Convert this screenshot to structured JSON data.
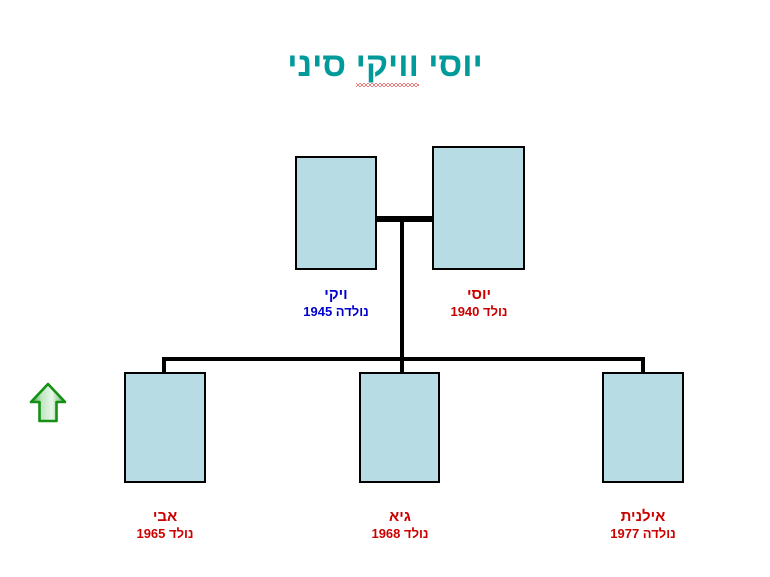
{
  "slide": {
    "background_color": "#ffffff",
    "title": {
      "full_text": "יוסי וויקי סיני",
      "word_before": "יוסי ",
      "word_misspelled": "וויקי",
      "word_after": " סיני",
      "color": "#009a9a",
      "spellcheck_underline_color": "#e00000"
    }
  },
  "colors": {
    "photo_fill": "#b7dce3",
    "photo_border": "#000000",
    "connector": "#000000",
    "male_label": "#cc0000",
    "female_label": "#0000cc",
    "arrow_fill": "#8fd48f",
    "arrow_outline": "#149014"
  },
  "people": {
    "parents": [
      {
        "id": "viki",
        "name": "ויקי",
        "born_label": "נולדה 1945",
        "born_year": "1945",
        "label_color": "#0000cc",
        "role": "mother",
        "photo_name": "photo-placeholder-viki"
      },
      {
        "id": "yosi",
        "name": "יוסי",
        "born_label": "נולד 1940",
        "born_year": "1940",
        "label_color": "#cc0000",
        "role": "father",
        "photo_name": "photo-placeholder-yosi"
      }
    ],
    "children": [
      {
        "id": "avi",
        "name": "אבי",
        "born_label": "נולד 1965",
        "born_year": "1965",
        "label_color": "#cc0000",
        "role": "son",
        "photo_name": "photo-placeholder-avi"
      },
      {
        "id": "gia",
        "name": "גיא",
        "born_label": "נולד 1968",
        "born_year": "1968",
        "label_color": "#cc0000",
        "role": "son",
        "photo_name": "photo-placeholder-gia"
      },
      {
        "id": "ilanit",
        "name": "אילנית",
        "born_label": "נולדה 1977",
        "born_year": "1977",
        "label_color": "#cc0000",
        "role": "daughter",
        "photo_name": "photo-placeholder-ilanit"
      }
    ]
  },
  "controls": {
    "up_arrow": {
      "icon": "arrow-up-icon",
      "tooltip": ""
    }
  }
}
